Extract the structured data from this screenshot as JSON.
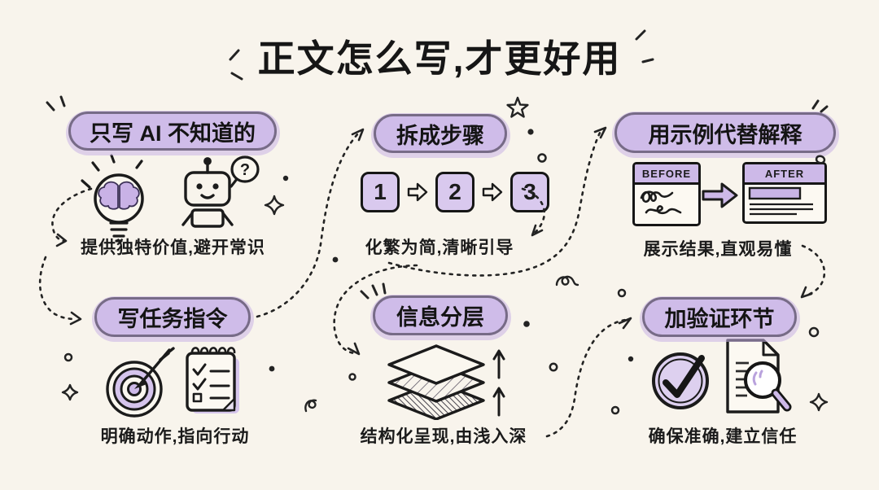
{
  "title": {
    "text": "正文怎么写,才更好用"
  },
  "sections": [
    {
      "pill": "只写 AI 不知道的",
      "caption": "提供独特价值,避开常识",
      "icons": [
        "lightbulb-brain-icon",
        "robot-icon",
        "question-bubble-icon"
      ],
      "bubble": "?"
    },
    {
      "pill": "拆成步骤",
      "caption": "化繁为简,清晰引导",
      "steps": [
        "1",
        "2",
        "3"
      ],
      "icons": [
        "step-arrow-icon"
      ]
    },
    {
      "pill": "用示例代替解释",
      "caption": "展示结果,直观易懂",
      "before_label": "BEFORE",
      "after_label": "AFTER",
      "icons": [
        "before-card-icon",
        "after-card-icon",
        "big-arrow-icon"
      ]
    },
    {
      "pill": "写任务指令",
      "caption": "明确动作,指向行动",
      "icons": [
        "target-dart-icon",
        "notepad-checklist-icon"
      ]
    },
    {
      "pill": "信息分层",
      "caption": "结构化呈现,由浅入深",
      "icons": [
        "stacked-layers-icon",
        "up-arrows-icon"
      ]
    },
    {
      "pill": "加验证环节",
      "caption": "确保准确,建立信任",
      "icons": [
        "check-circle-icon",
        "document-magnifier-icon"
      ]
    }
  ],
  "colors": {
    "background": "#f8f4ec",
    "pill_fill": "#d8c8ed",
    "pill_halo": "#c8b2e6",
    "ink": "#1b1b1b",
    "accent_purple": "#cdb9e8",
    "brain_purple": "#c9b2e6"
  }
}
